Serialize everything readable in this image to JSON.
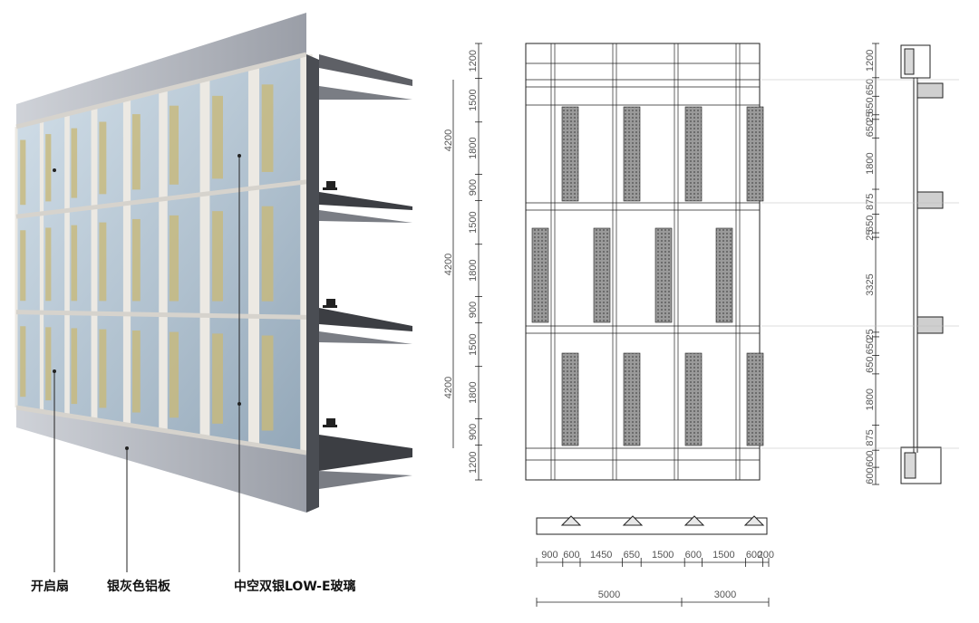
{
  "labels": {
    "operable_sash": "开启扇",
    "aluminum_panel": "银灰色铝板",
    "glass": "中空双银LOW-E玻璃"
  },
  "elevation": {
    "floor_height_labels": [
      "4200",
      "4200",
      "4200"
    ],
    "vertical_segments": [
      "1200",
      "1500",
      "1800",
      "900",
      "1500",
      "1800",
      "900",
      "1500",
      "1800",
      "900",
      "1200"
    ]
  },
  "section": {
    "vertical_segments": [
      "1200",
      "650",
      "650",
      "25",
      "650",
      "1800",
      "875",
      "650",
      "25",
      "3325",
      "25",
      "650",
      "650",
      "1800",
      "875",
      "600",
      "600"
    ]
  },
  "plan": {
    "segments": [
      "900",
      "600",
      "1450",
      "650",
      "1500",
      "600",
      "1500",
      "600",
      "200"
    ],
    "totals": [
      "5000",
      "3000"
    ]
  },
  "colors": {
    "panel": "#b9bcc3",
    "glass": "#b9cbd8",
    "sash": "#c8b97a",
    "mullion_light": "#e9e6e0",
    "line": "#222222"
  }
}
